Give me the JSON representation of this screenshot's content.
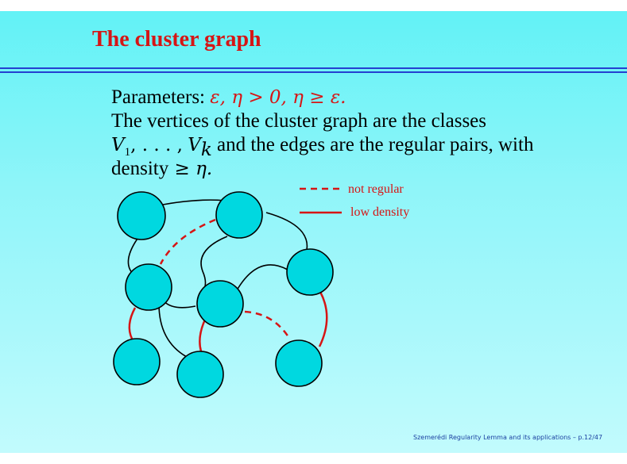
{
  "slide": {
    "title": "The cluster graph",
    "params_label": "Parameters:",
    "params_math": "ε, η > 0, η ≥ ε.",
    "line2": "The vertices of the cluster graph are the classes",
    "line3_math_v1": "V",
    "line3_sub1": "1",
    "line3_mid": ", . . . ,",
    "line3_math_vk": "V",
    "line3_subk": "k",
    "line3_text": " and the edges are the regular pairs, with",
    "line4_text": "density",
    "line4_math": " ≥ η."
  },
  "legend": {
    "dashed_label": "not regular",
    "solid_label": "low density"
  },
  "colors": {
    "accent": "#d61515",
    "node_fill": "#00d8e0",
    "rule": "#2440d0",
    "footer": "#1a3fa0"
  },
  "footer": "Szemerédi Regularity Lemma and its applications – p.12/47"
}
